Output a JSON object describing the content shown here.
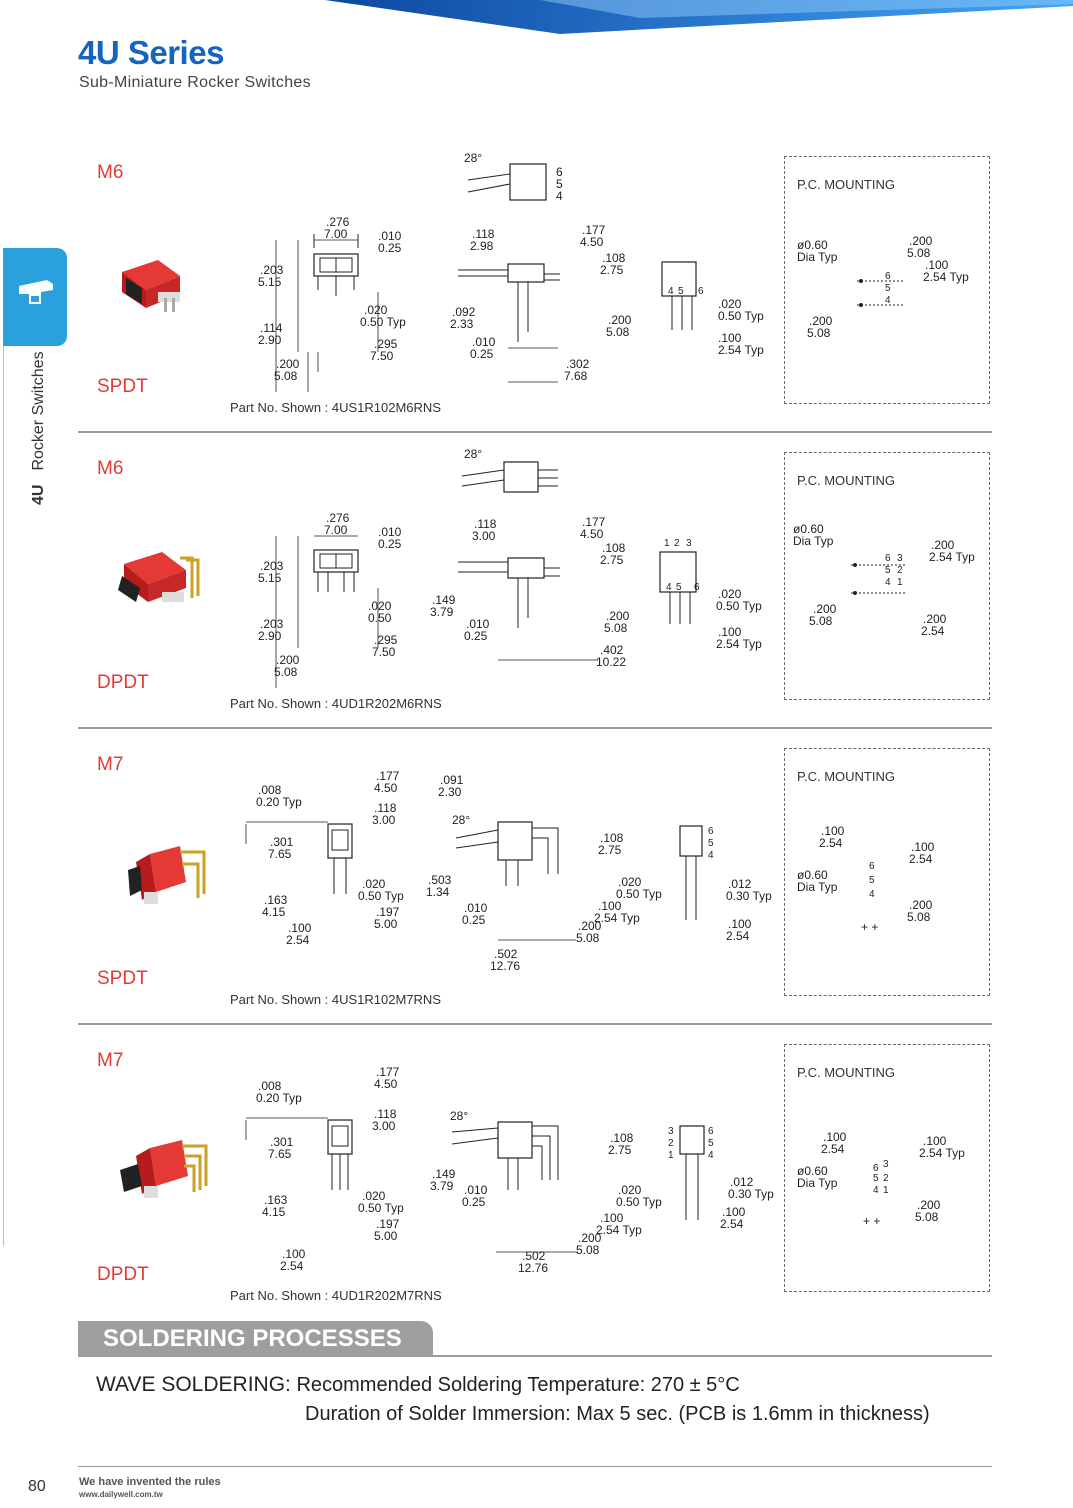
{
  "header": {
    "title": "4U Series",
    "subtitle": "Sub-Miniature Rocker Switches"
  },
  "side_tab": {
    "series": "4U",
    "category": "Rocker Switches"
  },
  "sections": [
    {
      "code": "M6",
      "pole": "SPDT",
      "part_no": "Part No. Shown : 4US1R102M6RNS",
      "pcb_title": "P.C. MOUNTING",
      "dims": {
        "a1": ".276",
        "a2": "7.00",
        "b1": ".010",
        "b2": "0.25",
        "c1": ".203",
        "c2": "5.15",
        "d1": ".020",
        "d2": "0.50 Typ",
        "e1": ".114",
        "e2": "2.90",
        "f1": ".295",
        "f2": "7.50",
        "g1": ".200",
        "g2": "5.08",
        "h1": ".118",
        "h2": "2.98",
        "i1": ".177",
        "i2": "4.50",
        "j1": ".108",
        "j2": "2.75",
        "k1": ".092",
        "k2": "2.33",
        "l1": ".010",
        "l2": "0.25",
        "m1": ".200",
        "m2": "5.08",
        "n1": ".302",
        "n2": "7.68",
        "o1": ".020",
        "o2": "0.50 Typ",
        "p1": ".100",
        "p2": "2.54 Typ",
        "angle": "28°"
      },
      "pcb": {
        "dia1": "ø0.60",
        "dia2": "Dia Typ",
        "a1": ".200",
        "a2": "5.08",
        "b1": ".100",
        "b2": "2.54 Typ",
        "c1": ".200",
        "c2": "5.08"
      }
    },
    {
      "code": "M6",
      "pole": "DPDT",
      "part_no": "Part No. Shown : 4UD1R202M6RNS",
      "pcb_title": "P.C. MOUNTING",
      "dims": {
        "a1": ".276",
        "a2": "7.00",
        "b1": ".010",
        "b2": "0.25",
        "c1": ".203",
        "c2": "5.15",
        "d1": ".020",
        "d2": "0.50",
        "e1": ".203",
        "e2": "2.90",
        "f1": ".295",
        "f2": "7.50",
        "g1": ".200",
        "g2": "5.08",
        "h1": ".118",
        "h2": "3.00",
        "i1": ".177",
        "i2": "4.50",
        "j1": ".108",
        "j2": "2.75",
        "k1": ".149",
        "k2": "3.79",
        "l1": ".010",
        "l2": "0.25",
        "m1": ".200",
        "m2": "5.08",
        "n1": ".402",
        "n2": "10.22",
        "o1": ".020",
        "o2": "0.50 Typ",
        "p1": ".100",
        "p2": "2.54 Typ",
        "angle": "28°"
      },
      "pcb": {
        "dia1": "ø0.60",
        "dia2": "Dia Typ",
        "a1": ".200",
        "a2": "2.54 Typ",
        "b1": ".200",
        "b2": "5.08",
        "c1": ".200",
        "c2": "2.54"
      }
    },
    {
      "code": "M7",
      "pole": "SPDT",
      "part_no": "Part No. Shown : 4US1R102M7RNS",
      "pcb_title": "P.C. MOUNTING",
      "dims": {
        "a1": ".008",
        "a2": "0.20 Typ",
        "b1": ".177",
        "b2": "4.50",
        "c1": ".118",
        "c2": "3.00",
        "d1": ".301",
        "d2": "7.65",
        "e1": ".163",
        "e2": "4.15",
        "f1": ".020",
        "f2": "0.50 Typ",
        "g1": ".197",
        "g2": "5.00",
        "h1": ".100",
        "h2": "2.54",
        "i1": ".091",
        "i2": "2.30",
        "j1": ".108",
        "j2": "2.75",
        "k1": ".503",
        "k2": "1.34",
        "l1": ".010",
        "l2": "0.25",
        "m1": ".020",
        "m2": "0.50 Typ",
        "n1": ".100",
        "n2": "2.54 Typ",
        "o1": ".200",
        "o2": "5.08",
        "p1": ".502",
        "p2": "12.76",
        "q1": ".012",
        "q2": "0.30 Typ",
        "r1": ".100",
        "r2": "2.54",
        "angle": "28°"
      },
      "pcb": {
        "dia1": "ø0.60",
        "dia2": "Dia Typ",
        "a1": ".100",
        "a2": "2.54",
        "b1": ".100",
        "b2": "2.54",
        "c1": ".200",
        "c2": "5.08"
      }
    },
    {
      "code": "M7",
      "pole": "DPDT",
      "part_no": "Part No. Shown : 4UD1R202M7RNS",
      "pcb_title": "P.C. MOUNTING",
      "dims": {
        "a1": ".008",
        "a2": "0.20 Typ",
        "b1": ".177",
        "b2": "4.50",
        "c1": ".118",
        "c2": "3.00",
        "d1": ".301",
        "d2": "7.65",
        "e1": ".163",
        "e2": "4.15",
        "f1": ".020",
        "f2": "0.50 Typ",
        "g1": ".197",
        "g2": "5.00",
        "h1": ".100",
        "h2": "2.54",
        "i1": ".149",
        "i2": "3.79",
        "j1": ".108",
        "j2": "2.75",
        "k1": ".010",
        "k2": "0.25",
        "l1": ".020",
        "l2": "0.50 Typ",
        "m1": ".100",
        "m2": "2.54 Typ",
        "n1": ".200",
        "n2": "5.08",
        "o1": ".502",
        "o2": "12.76",
        "p1": ".012",
        "p2": "0.30 Typ",
        "q1": ".100",
        "q2": "2.54",
        "angle": "28°"
      },
      "pcb": {
        "dia1": "ø0.60",
        "dia2": "Dia Typ",
        "a1": ".100",
        "a2": "2.54",
        "b1": ".100",
        "b2": "2.54 Typ",
        "c1": ".200",
        "c2": "5.08"
      }
    }
  ],
  "soldering": {
    "heading": "SOLDERING PROCESSES",
    "wave_label": "WAVE SOLDERING:",
    "wave_text": "Recommended Soldering Temperature: 270 ± 5°C",
    "duration_text": "Duration of Solder Immersion: Max 5 sec. (PCB is 1.6mm in thickness)"
  },
  "footer": {
    "page_number": "80",
    "slogan": "We have invented the rules",
    "website": "www.dailywell.com.tw"
  },
  "colors": {
    "brand_blue": "#1565c0",
    "tab_blue": "#2aa0dc",
    "accent_red": "#e53935",
    "gray_bar": "#9e9e9e"
  }
}
